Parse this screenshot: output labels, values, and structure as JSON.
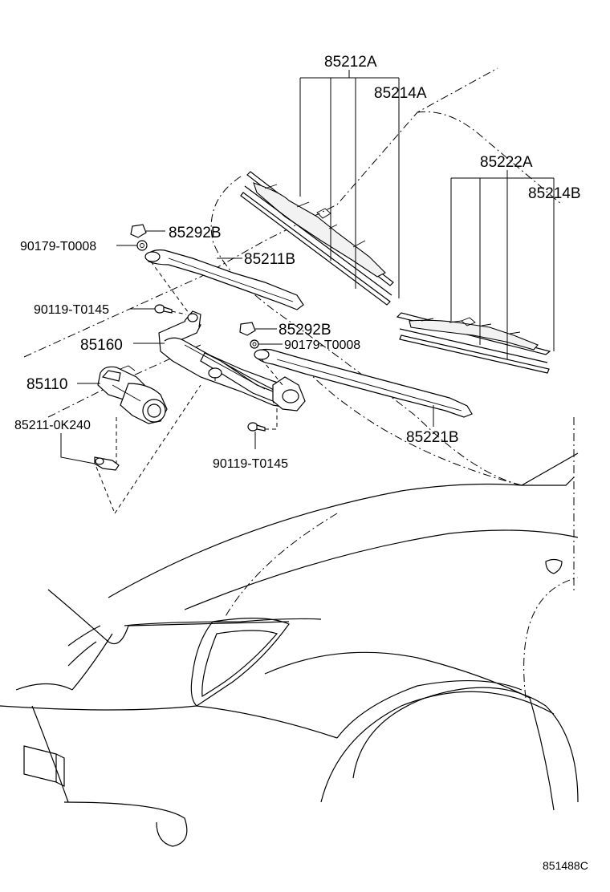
{
  "labels": {
    "p85212A": "85212A",
    "p85214A": "85214A",
    "p85222A": "85222A",
    "p85214B": "85214B",
    "p85292B_top": "85292B",
    "p90179_top": "90179-T0008",
    "p85211B": "85211B",
    "p90119_upper": "90119-T0145",
    "p85292B_mid": "85292B",
    "p90179_mid": "90179-T0008",
    "p85160": "85160",
    "p85110": "85110",
    "p85211_0K240": "85211-0K240",
    "p90119_lower": "90119-T0145",
    "p85221B": "85221B"
  },
  "diagram_code": "851488C"
}
